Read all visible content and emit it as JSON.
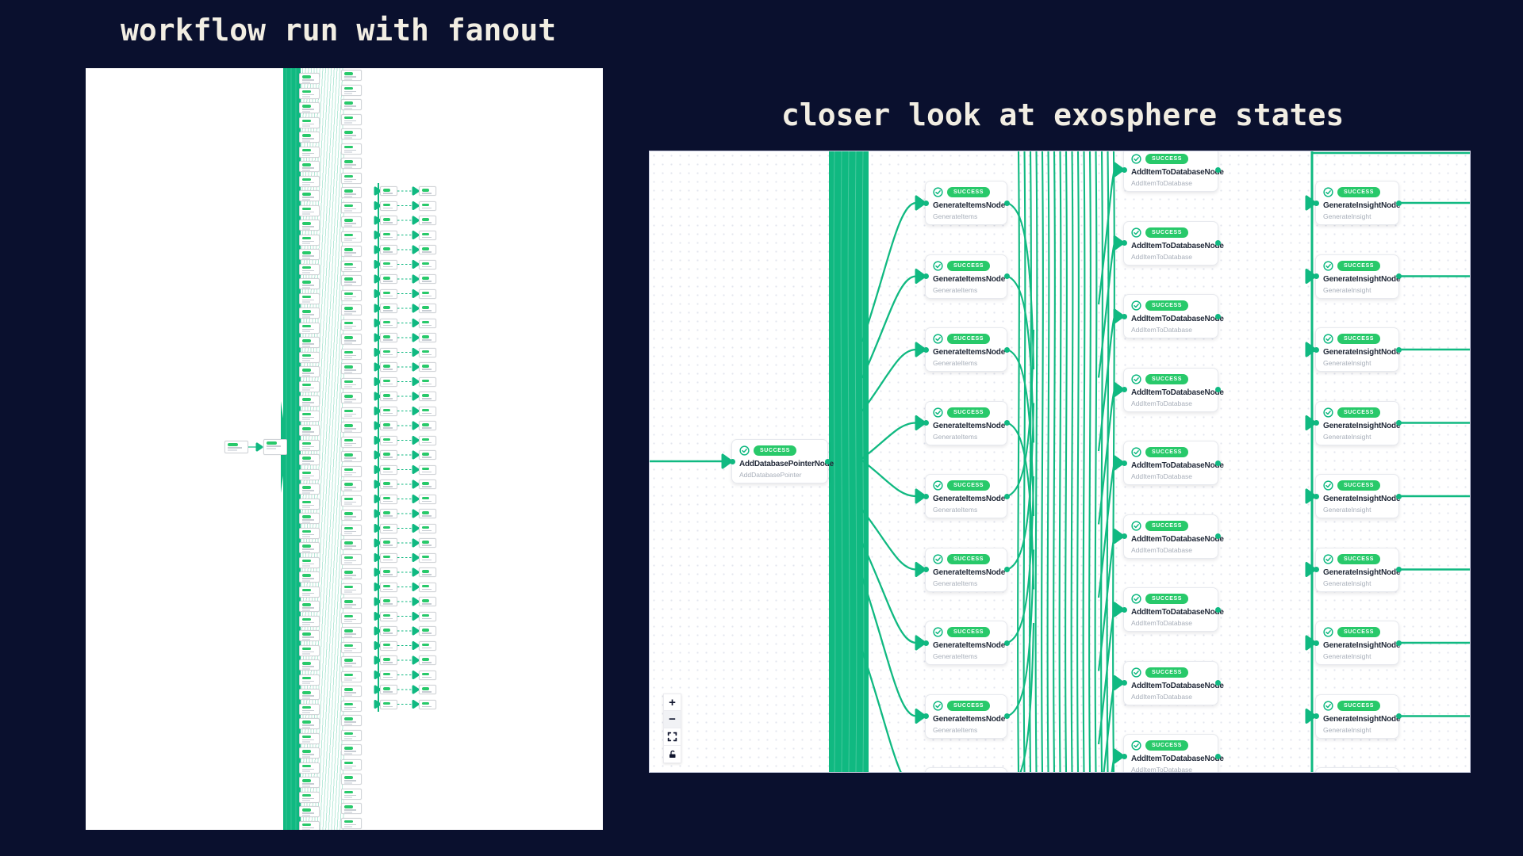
{
  "background": "#0a102e",
  "accent": {
    "edge": "#10b981",
    "badge": "#28c96a",
    "card_title": "#232b3a",
    "card_subtitle": "#a7aeb9"
  },
  "titles": {
    "left": "workflow run with fanout",
    "right": "closer look at exosphere states"
  },
  "right_panel": {
    "inlet_node": {
      "status": "SUCCESS",
      "title": "AddDatabasePointerNode",
      "subtitle": "AddDatabasePointer"
    },
    "columns": [
      {
        "id": "generate-items",
        "count": 9,
        "node": {
          "status": "SUCCESS",
          "title": "GenerateItemsNode",
          "subtitle": "GenerateItems"
        }
      },
      {
        "id": "add-item-to-database",
        "count": 9,
        "node": {
          "status": "SUCCESS",
          "title": "AddItemToDatabaseNode",
          "subtitle": "AddItemToDatabase"
        }
      },
      {
        "id": "generate-insight",
        "count": 9,
        "node": {
          "status": "SUCCESS",
          "title": "GenerateInsightNode",
          "subtitle": "GenerateInsight"
        }
      }
    ],
    "controls": {
      "zoom_in": "+",
      "zoom_out": "−",
      "icons": [
        "zoom-in-icon",
        "zoom-out-icon",
        "fit-view-icon",
        "lock-icon"
      ]
    }
  },
  "left_panel": {
    "visible_counts": {
      "stage1_mini_nodes": 52,
      "stage2_mini_nodes": 52,
      "insight_pairs": 36
    }
  }
}
